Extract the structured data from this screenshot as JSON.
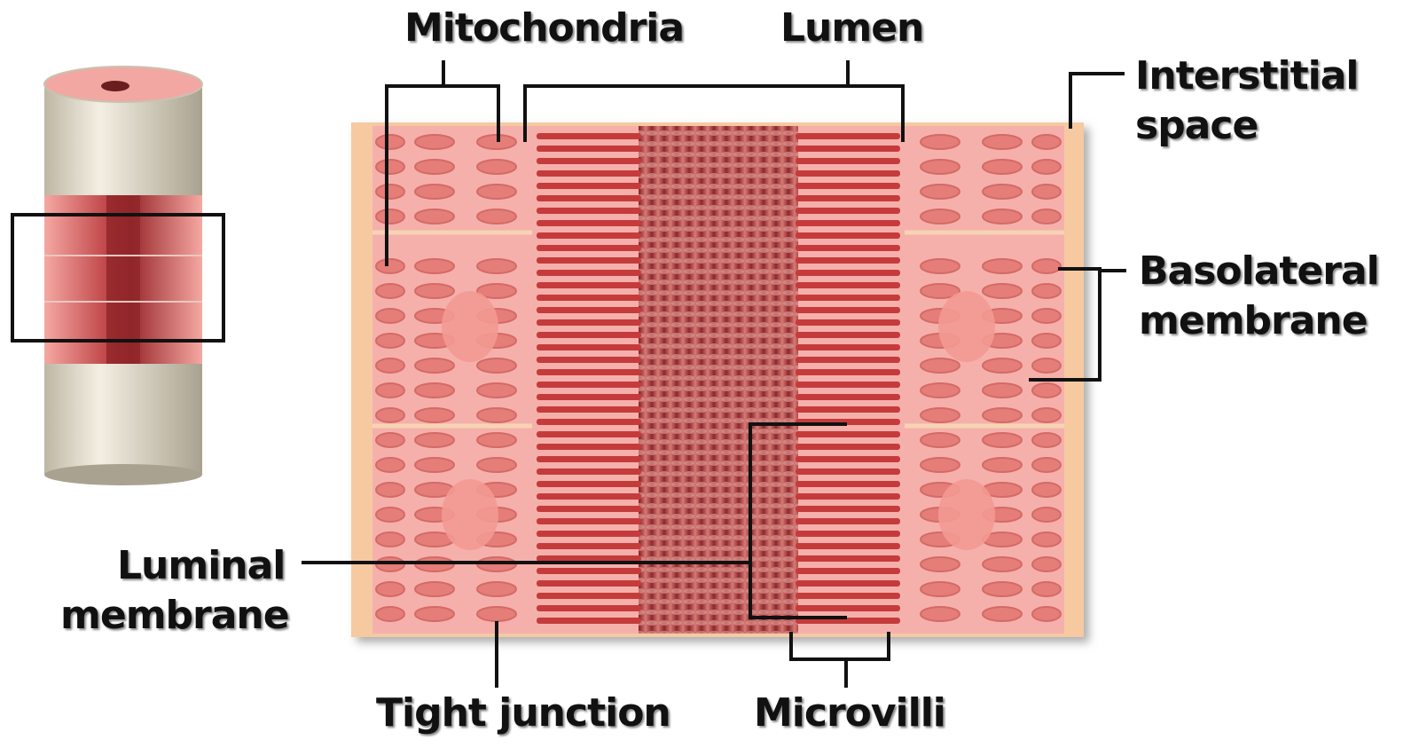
{
  "labels": {
    "mitochondria": "Mitochondria",
    "lumen": "Lumen",
    "interstitial_1": "Interstitial",
    "interstitial_2": "space",
    "basolateral_1": "Basolateral",
    "basolateral_2": "membrane",
    "luminal_1": "Luminal",
    "luminal_2": "membrane",
    "tight_junction": "Tight junction",
    "microvilli": "Microvilli"
  },
  "colors": {
    "tissue": "#f2a7a3",
    "cell_fill": "#f7b8b2",
    "organelle": "#e57d78",
    "microvilli": "#c53b3b",
    "lumen": "#9c2d30",
    "interstitial": "#f6c9a1",
    "cylinder": "#ece6d6",
    "line": "#111111"
  }
}
